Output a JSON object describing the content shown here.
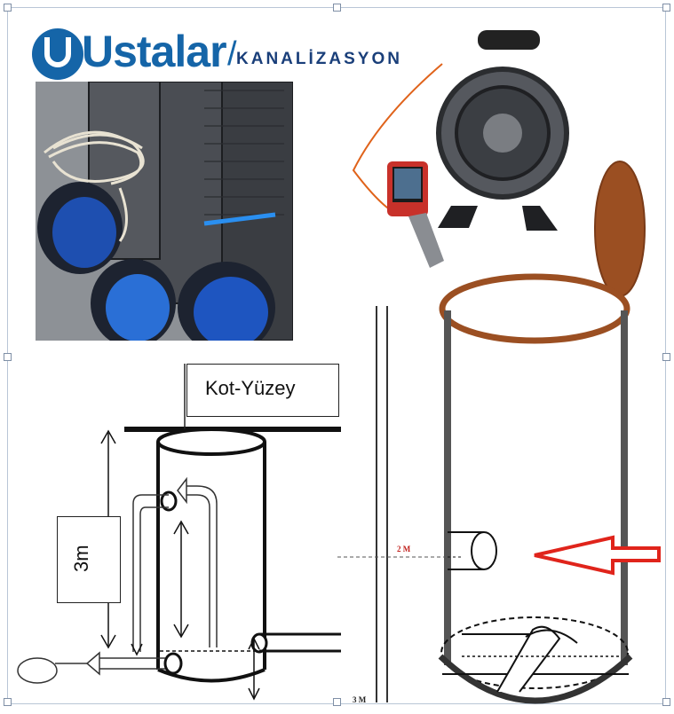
{
  "logo": {
    "name": "Ustalar",
    "separator": "/",
    "subtitle": "KANALİZASYON"
  },
  "labels": {
    "surface": "Kot-Yüzey",
    "depth": "3m",
    "mid_mark": "2 M",
    "bottom_mark": "3 M"
  },
  "colors": {
    "brand": "#1565a8",
    "manhole_cover": "#9b4f22",
    "arrow": "#e0241b",
    "pipe_blue": "#2a6fd6"
  }
}
